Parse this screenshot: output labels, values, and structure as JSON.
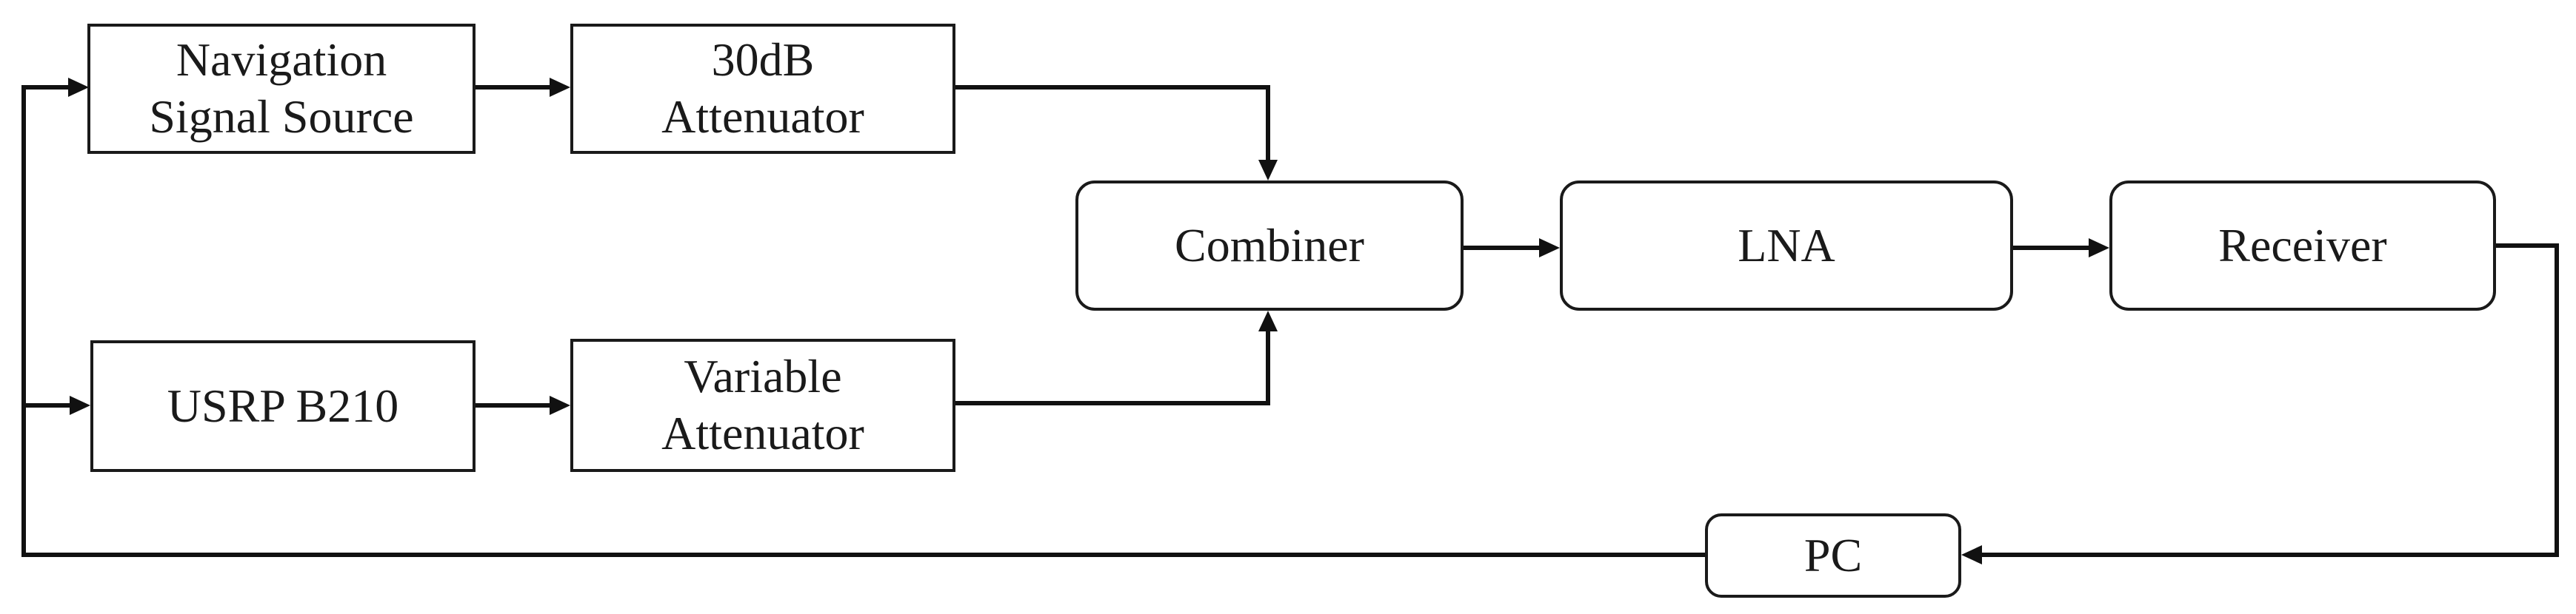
{
  "diagram": {
    "blocks": {
      "nav_source": "Navigation\nSignal Source",
      "attenuator_30db": "30dB\nAttenuator",
      "usrp": "USRP B210",
      "variable_attenuator": "Variable\nAttenuator",
      "combiner": "Combiner",
      "lna": "LNA",
      "receiver": "Receiver",
      "pc": "PC"
    },
    "colors": {
      "line": "#111111",
      "border": "#1a1a1a",
      "background": "#ffffff"
    }
  }
}
